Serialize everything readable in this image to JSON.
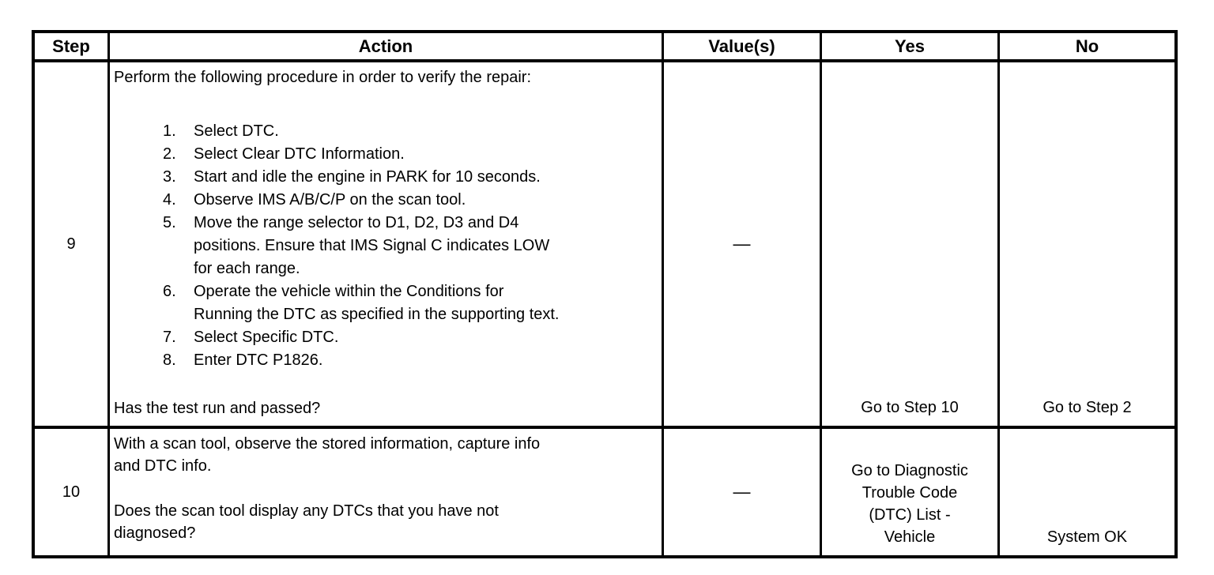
{
  "table": {
    "headers": [
      "Step",
      "Action",
      "Value(s)",
      "Yes",
      "No"
    ],
    "rows": [
      {
        "step": "9",
        "action": {
          "intro": "Perform the following procedure in order to verify the repair:",
          "list": [
            {
              "num": "1.",
              "lines": [
                "Select DTC."
              ]
            },
            {
              "num": "2.",
              "lines": [
                "Select Clear DTC Information."
              ]
            },
            {
              "num": "3.",
              "lines": [
                "Start and idle the engine in PARK for 10 seconds."
              ]
            },
            {
              "num": "4.",
              "lines": [
                "Observe IMS A/B/C/P on the scan tool."
              ]
            },
            {
              "num": "5.",
              "lines": [
                "Move the range selector to D1, D2, D3 and D4",
                "positions. Ensure that IMS Signal C indicates LOW",
                "for each range."
              ]
            },
            {
              "num": "6.",
              "lines": [
                "Operate the vehicle within the Conditions for",
                "Running the DTC as specified in the supporting text."
              ]
            },
            {
              "num": "7.",
              "lines": [
                "Select Specific DTC."
              ]
            },
            {
              "num": "8.",
              "lines": [
                "Enter DTC P1826."
              ]
            }
          ],
          "question": "Has the test run and passed?"
        },
        "value": "—",
        "yes": "Go to Step 10",
        "no": "Go to Step 2"
      },
      {
        "step": "10",
        "action": {
          "para1_lines": [
            "With a scan tool, observe the stored information, capture info",
            "and DTC info."
          ],
          "question_lines": [
            "Does the scan tool display any DTCs that you have not",
            "diagnosed?"
          ]
        },
        "value": "—",
        "yes_lines": [
          "Go to Diagnostic",
          "Trouble Code",
          "(DTC) List -",
          "Vehicle"
        ],
        "no": "System OK"
      }
    ]
  },
  "colors": {
    "border": "#000000",
    "text": "#000000",
    "background": "#ffffff"
  }
}
